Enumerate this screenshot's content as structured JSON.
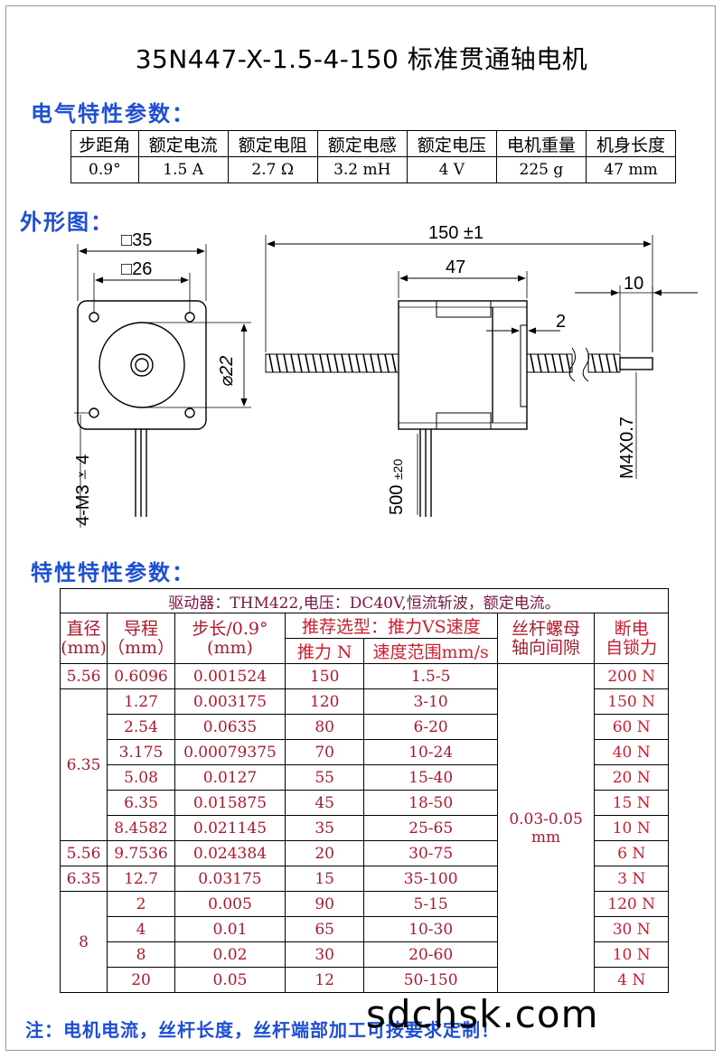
{
  "title": "35N447-X-1.5-4-150 标准贯通轴电机",
  "electrical": {
    "heading": "电气特性参数：",
    "headers": [
      "步距角",
      "额定电流",
      "额定电阻",
      "额定电感",
      "额定电压",
      "电机重量",
      "机身长度"
    ],
    "values": [
      "0.9°",
      "1.5 A",
      "2.7 Ω",
      "3.2 mH",
      "4 V",
      "225 g",
      "47 mm"
    ]
  },
  "outline": {
    "heading": "外形图：",
    "dims": {
      "sq35": "□35",
      "sq26": "□26",
      "dia22": "22",
      "holes": "4-M3",
      "hole_depth": "4",
      "len150": "150 ±1",
      "len47": "47",
      "len10": "10",
      "len2": "2",
      "lead": "500",
      "lead_tol": "±20",
      "thread": "M4X0.7"
    }
  },
  "perf": {
    "heading": "特性特性参数：",
    "driver": "驱动器：THM422,电压：DC40V,恒流斩波，额定电流。",
    "h_dia": "直径",
    "h_dia_unit": "(mm)",
    "h_lead": "导程",
    "h_lead_unit": "（mm）",
    "h_step": "步长/0.9°",
    "h_step_unit": "(mm)",
    "h_rec": "推荐选型：推力VS速度",
    "h_force": "推力 N",
    "h_speed": "速度范围mm/s",
    "h_backlash1": "丝杆螺母",
    "h_backlash2": "轴向间隙",
    "h_lock1": "断电",
    "h_lock2": "自锁力",
    "backlash": "0.03-0.05",
    "backlash_unit": "mm",
    "dia_a": "5.56",
    "dia_b": "6.35",
    "dia_c": "5.56",
    "dia_d": "6.35",
    "dia_e": "8",
    "rows": [
      {
        "lead": "0.6096",
        "step": "0.001524",
        "force": "150",
        "speed": "1.5-5",
        "lock": "200 N"
      },
      {
        "lead": "1.27",
        "step": "0.003175",
        "force": "120",
        "speed": "3-10",
        "lock": "150 N"
      },
      {
        "lead": "2.54",
        "step": "0.0635",
        "force": "80",
        "speed": "6-20",
        "lock": "60 N"
      },
      {
        "lead": "3.175",
        "step": "0.00079375",
        "force": "70",
        "speed": "10-24",
        "lock": "40 N"
      },
      {
        "lead": "5.08",
        "step": "0.0127",
        "force": "55",
        "speed": "15-40",
        "lock": "20 N"
      },
      {
        "lead": "6.35",
        "step": "0.015875",
        "force": "45",
        "speed": "18-50",
        "lock": "15 N"
      },
      {
        "lead": "8.4582",
        "step": "0.021145",
        "force": "35",
        "speed": "25-65",
        "lock": "10 N"
      },
      {
        "lead": "9.7536",
        "step": "0.024384",
        "force": "20",
        "speed": "30-75",
        "lock": "6 N"
      },
      {
        "lead": "12.7",
        "step": "0.03175",
        "force": "15",
        "speed": "35-100",
        "lock": "3 N"
      },
      {
        "lead": "2",
        "step": "0.005",
        "force": "90",
        "speed": "5-15",
        "lock": "120 N"
      },
      {
        "lead": "4",
        "step": "0.01",
        "force": "65",
        "speed": "10-30",
        "lock": "30 N"
      },
      {
        "lead": "8",
        "step": "0.02",
        "force": "30",
        "speed": "20-60",
        "lock": "10 N"
      },
      {
        "lead": "20",
        "step": "0.05",
        "force": "12",
        "speed": "50-150",
        "lock": "4 N"
      }
    ]
  },
  "footer": "注：电机电流，丝杆长度，丝杆端部加工可按要求定制！",
  "watermark": "sdchsk.com",
  "colors": {
    "heading": "#1d4fd6",
    "table_red": "#d21b2e",
    "driver": "#7a1540"
  }
}
